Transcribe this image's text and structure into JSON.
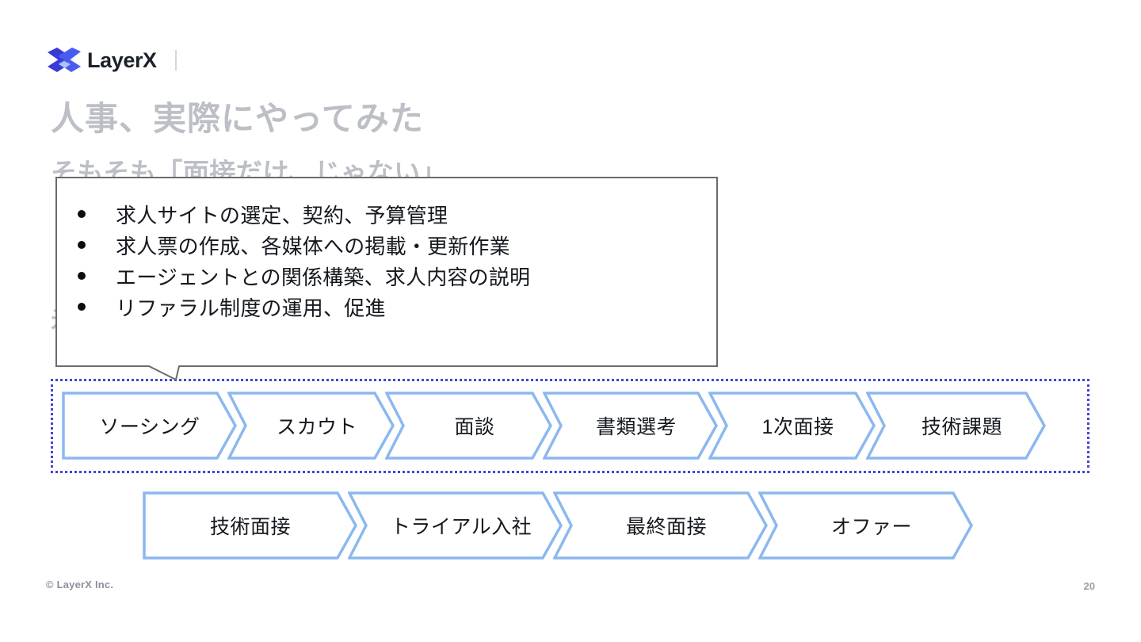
{
  "brand": {
    "logo_icon": "layerx-x-logo-icon",
    "wordmark": "LayerX",
    "logo_colors": {
      "dark_blue": "#3a3ad6",
      "mid_blue": "#4a5cf0",
      "light_blue": "#a9c6f7"
    }
  },
  "title": {
    "main": "人事、実際にやってみた",
    "sub": "そもそも「面接だけ、じゃない」",
    "sub2": "氷山の一角だった"
  },
  "callout": {
    "items": [
      "求人サイトの選定、契約、予算管理",
      "求人票の作成、各媒体への掲載・更新作業",
      "エージェントとの関係構築、求人内容の説明",
      "リファラル制度の運用、促進"
    ],
    "border_color": "#6b6b6b",
    "bullet_color": "#0b0d10"
  },
  "process": {
    "highlight_border_color": "#4545d6",
    "chevron_border_color": "#8cb8ef",
    "row1": [
      {
        "label": "ソーシング"
      },
      {
        "label": "スカウト"
      },
      {
        "label": "面談"
      },
      {
        "label": "書類選考"
      },
      {
        "label": "1次面接"
      },
      {
        "label": "技術課題"
      }
    ],
    "row2": [
      {
        "label": "技術面接"
      },
      {
        "label": "トライアル入社"
      },
      {
        "label": "最終面接"
      },
      {
        "label": "オファー"
      }
    ]
  },
  "footer": {
    "copyright": "© LayerX Inc.",
    "page_number": "20"
  }
}
